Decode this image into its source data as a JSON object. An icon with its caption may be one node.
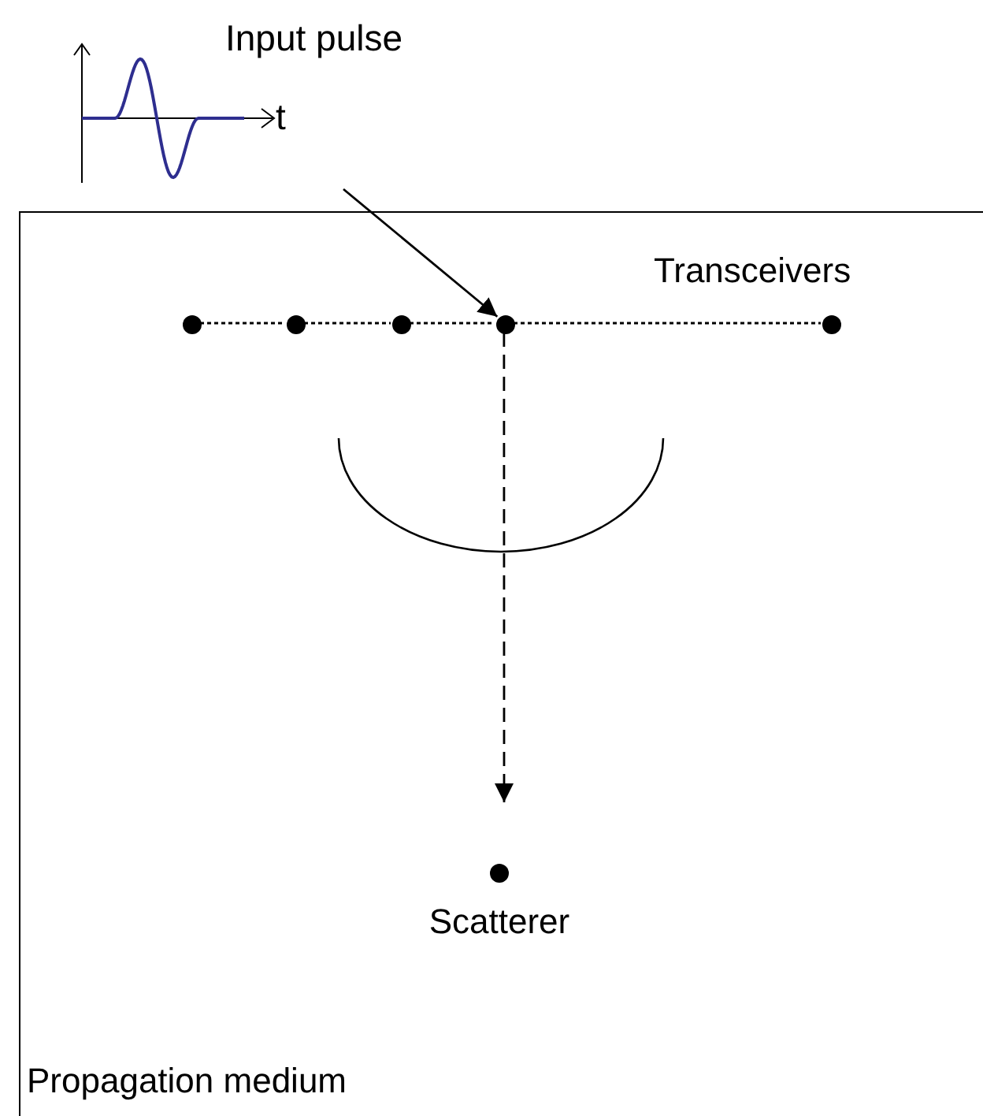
{
  "diagram": {
    "nodes": [
      {
        "text": [
          "Propagation medium"
        ]
      },
      {
        "text": [
          "Input pulse",
          "t"
        ]
      },
      {
        "text": [],
        "shape": "circle",
        "in": 0
      },
      {
        "text": [],
        "shape": "circle",
        "in": 0
      },
      {
        "text": [],
        "shape": "circle",
        "in": 0
      },
      {
        "text": [],
        "shape": "circle",
        "in": 0
      },
      {
        "text": [],
        "shape": "circle",
        "in": 0
      },
      {
        "text": [
          "Scatterer"
        ],
        "in": 0
      }
    ],
    "edges": [
      {
        "from": 1,
        "to": 5,
        "arrow": "to"
      },
      {
        "from": 2,
        "to": 3,
        "arrow": "none",
        "style": "dashed"
      },
      {
        "from": 3,
        "to": 4,
        "arrow": "none",
        "style": "dashed"
      },
      {
        "from": 4,
        "to": 5,
        "arrow": "none",
        "style": "dashed"
      },
      {
        "from": 5,
        "to": 6,
        "arrow": "none",
        "style": "dashed"
      },
      {
        "from": 5,
        "to": 7,
        "arrow": "to",
        "style": "dashed"
      }
    ],
    "labels": [
      "Transceivers"
    ]
  }
}
